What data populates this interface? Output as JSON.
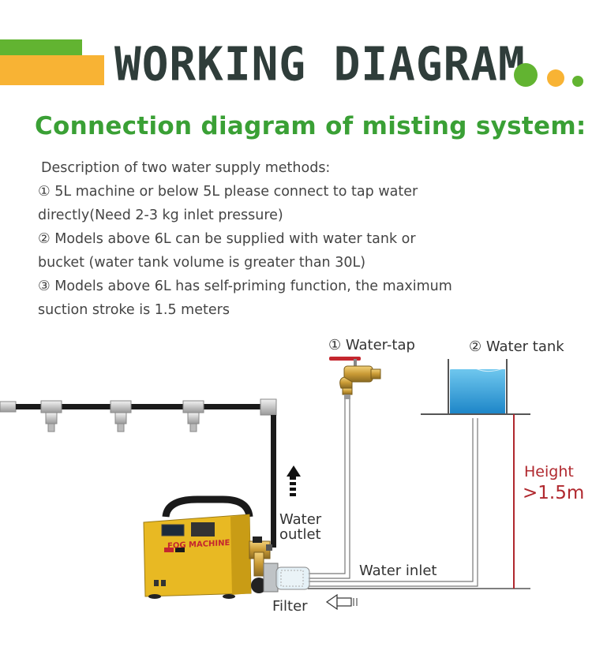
{
  "header": {
    "title": "WORKING DIAGRAM",
    "subtitle": "Connection diagram of misting system:"
  },
  "description": {
    "intro": "Description of two water supply methods:",
    "lines": [
      "① 5L machine or below 5L please connect to tap water",
      "directly(Need 2-3 kg inlet pressure)",
      "② Models above 6L can be supplied with water tank or",
      "bucket (water tank volume is greater than 30L)",
      "③ Models above 6L has self-priming function, the maximum",
      "suction stroke is 1.5 meters"
    ]
  },
  "diagram": {
    "water_tap_label": "① Water-tap",
    "water_tank_label": "② Water tank",
    "height_label": "Height",
    "height_value": ">1.5m",
    "water_outlet_label_1": "Water",
    "water_outlet_label_2": "outlet",
    "water_inlet_label": "Water inlet",
    "filter_label": "Filter",
    "machine_label": "FOG MACHINE"
  },
  "colors": {
    "green": "#62b431",
    "orange": "#f8b334",
    "title": "#2f3d3a",
    "subtitle": "#3aa035",
    "height_red": "#b0282e",
    "machine_yellow": "#e8b923"
  }
}
